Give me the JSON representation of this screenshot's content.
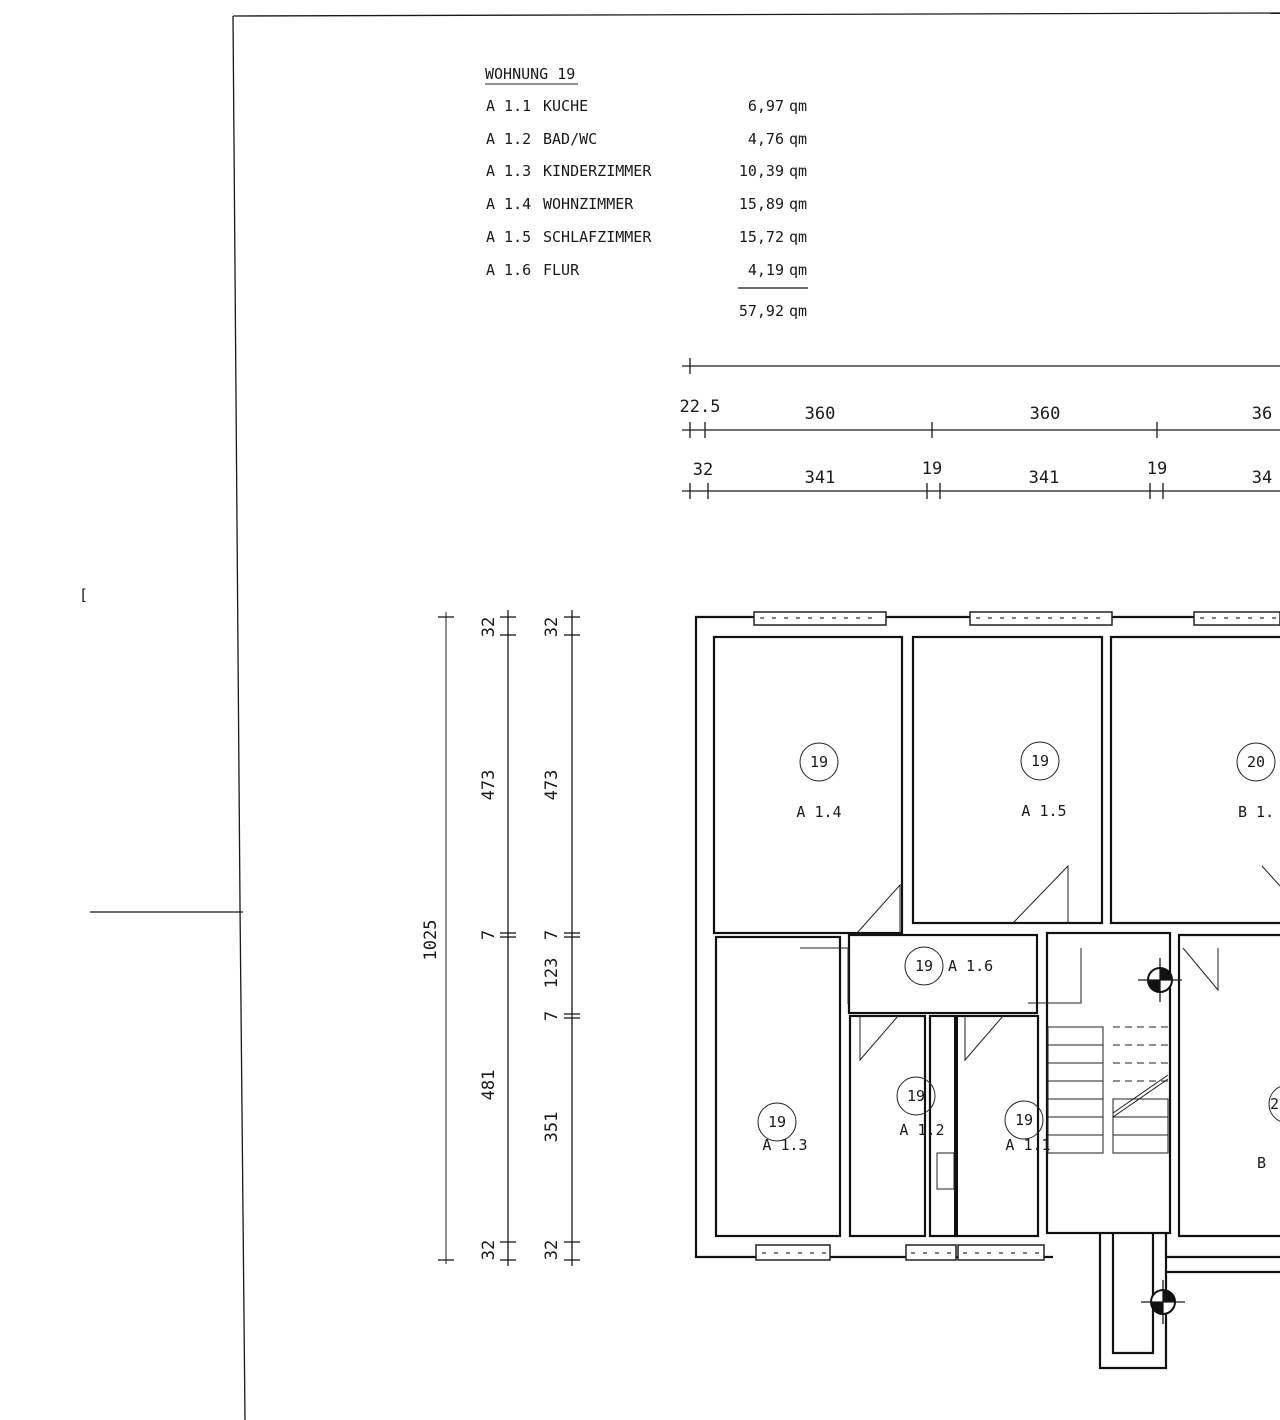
{
  "schedule": {
    "title": "WOHNUNG 19",
    "rows": [
      {
        "code": "A 1.1",
        "name": "KUCHE",
        "area": "6,97",
        "unit": "qm"
      },
      {
        "code": "A 1.2",
        "name": "BAD/WC",
        "area": "4,76",
        "unit": "qm"
      },
      {
        "code": "A 1.3",
        "name": "KINDERZIMMER",
        "area": "10,39",
        "unit": "qm"
      },
      {
        "code": "A 1.4",
        "name": "WOHNZIMMER",
        "area": "15,89",
        "unit": "qm"
      },
      {
        "code": "A 1.5",
        "name": "SCHLAFZIMMER",
        "area": "15,72",
        "unit": "qm"
      },
      {
        "code": "A 1.6",
        "name": "FLUR",
        "area": "4,19",
        "unit": "qm"
      }
    ],
    "total": {
      "area": "57,92",
      "unit": "qm"
    }
  },
  "dimensions": {
    "horizontal_outer": [
      "22.5",
      "360",
      "360",
      "36"
    ],
    "horizontal_inner": [
      "32",
      "341",
      "19",
      "341",
      "19",
      "34"
    ],
    "vertical_total": "1025",
    "vertical_outer": [
      "32",
      "473",
      "7",
      "481",
      "32"
    ],
    "vertical_inner": [
      "32",
      "473",
      "7",
      "123",
      "7",
      "351",
      "32"
    ]
  },
  "rooms": [
    {
      "unit": "19",
      "code": "A 1.4"
    },
    {
      "unit": "19",
      "code": "A 1.5"
    },
    {
      "unit": "20",
      "code": "B 1."
    },
    {
      "unit": "19",
      "code": "A 1.6"
    },
    {
      "unit": "19",
      "code": "A 1.3"
    },
    {
      "unit": "19",
      "code": "A 1.2"
    },
    {
      "unit": "19",
      "code": "A 1.1"
    },
    {
      "unit": "2",
      "code": "B"
    }
  ],
  "margin_mark": "["
}
